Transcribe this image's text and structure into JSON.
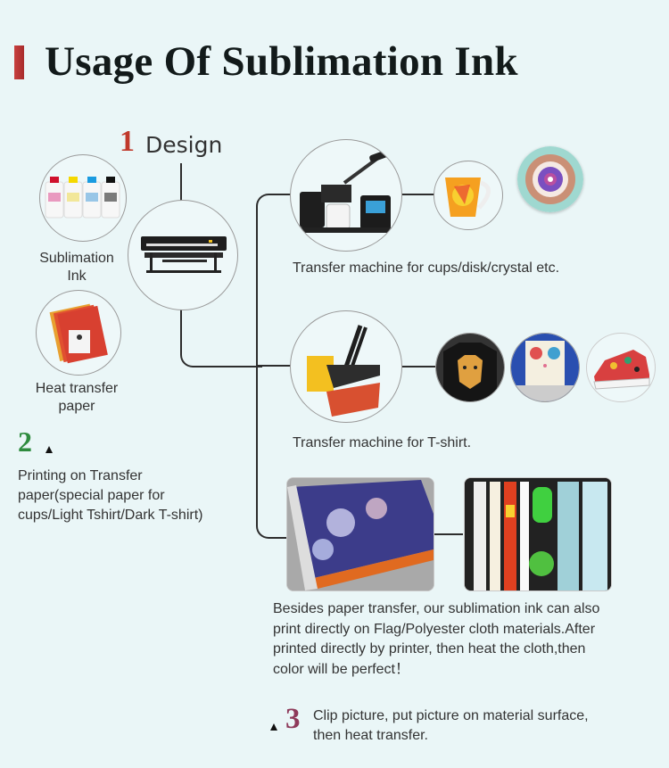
{
  "header": {
    "title": "Usage Of Sublimation Ink",
    "accent_color": "#b8353a"
  },
  "step1": {
    "number": "1",
    "label": "Design",
    "number_color": "#c0392b",
    "printer_image": "large-format-printer-icon"
  },
  "materials": [
    {
      "label_line1": "Sublimation",
      "label_line2": "Ink",
      "image": "ink-bottles-icon"
    },
    {
      "label_line1": "Heat transfer",
      "label_line2": "paper",
      "image": "transfer-paper-icon"
    }
  ],
  "step2": {
    "number": "2",
    "number_color": "#2e8b3e",
    "text_lines": [
      "Printing on Transfer",
      "paper(special paper for",
      "cups/Light Tshirt/Dark T-shirt)"
    ]
  },
  "branches": [
    {
      "machine_image": "mug-press-icon",
      "caption": "Transfer machine for cups/disk/crystal etc.",
      "products": [
        "mug-icon",
        "plate-icon"
      ]
    },
    {
      "machine_image": "heat-press-icon",
      "caption": "Transfer machine for T-shirt.",
      "products": [
        "tshirt-icon",
        "pillow-icon",
        "sneaker-icon"
      ]
    },
    {
      "photos": [
        "fabric-print-photo",
        "printed-cloth-photo"
      ],
      "caption_lines": [
        "Besides paper transfer, our sublimation ink can also",
        "print directly on Flag/Polyester cloth materials.After",
        "printed directly by printer, then heat the cloth,then",
        "color will be perfect！"
      ]
    }
  ],
  "step3": {
    "number": "3",
    "number_color": "#8e3a5a",
    "text_lines": [
      "Clip picture, put picture on material surface,",
      "then heat transfer."
    ]
  }
}
